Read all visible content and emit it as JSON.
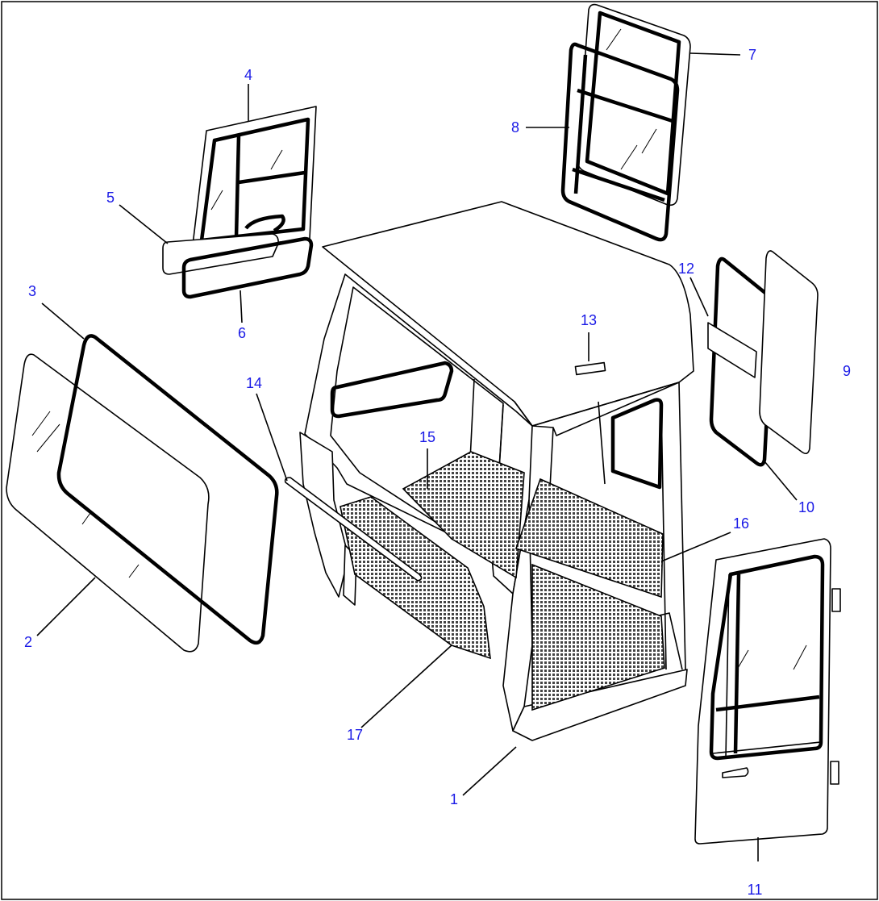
{
  "diagram": {
    "callouts": [
      {
        "id": "c1",
        "label": "1"
      },
      {
        "id": "c2",
        "label": "2"
      },
      {
        "id": "c3",
        "label": "3"
      },
      {
        "id": "c4",
        "label": "4"
      },
      {
        "id": "c5",
        "label": "5"
      },
      {
        "id": "c6",
        "label": "6"
      },
      {
        "id": "c7",
        "label": "7"
      },
      {
        "id": "c8",
        "label": "8"
      },
      {
        "id": "c9",
        "label": "9"
      },
      {
        "id": "c10",
        "label": "10"
      },
      {
        "id": "c11",
        "label": "11"
      },
      {
        "id": "c12",
        "label": "12"
      },
      {
        "id": "c13",
        "label": "13"
      },
      {
        "id": "c14",
        "label": "14"
      },
      {
        "id": "c15",
        "label": "15"
      },
      {
        "id": "c16",
        "label": "16"
      },
      {
        "id": "c17",
        "label": "17"
      }
    ],
    "colors": {
      "callout_text": "#1a1ae6",
      "line_art": "#000000",
      "background": "#ffffff"
    }
  }
}
